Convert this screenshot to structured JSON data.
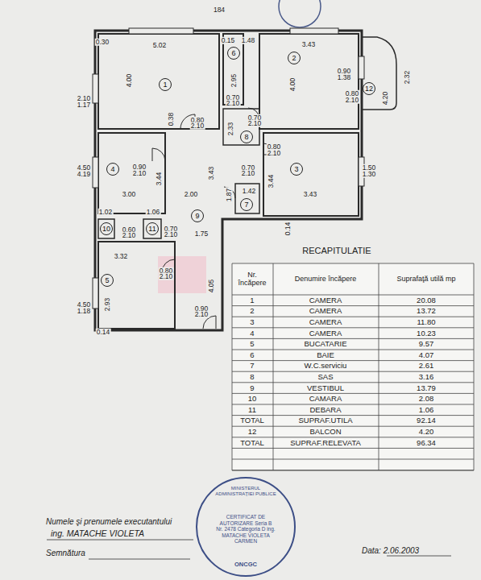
{
  "diagram": {
    "nodes": [
      {
        "text": [
          "1"
        ]
      },
      {
        "text": [
          "2"
        ]
      },
      {
        "text": [
          "3"
        ]
      },
      {
        "text": [
          "4"
        ]
      },
      {
        "text": [
          "5"
        ]
      },
      {
        "text": [
          "6"
        ]
      },
      {
        "text": [
          "7"
        ]
      },
      {
        "text": [
          "8"
        ]
      },
      {
        "text": [
          "9"
        ]
      },
      {
        "text": [
          "10"
        ]
      },
      {
        "text": [
          "11"
        ]
      },
      {
        "text": [
          "12"
        ]
      },
      {
        "text": [
          "MINISTERUL ADMINISTRAŢIEI PUBLICE",
          "CERTIFICAT DE AUTORIZARE Seria B Nr. 2478 Categoria D ing. MATACHE VIOLETA CARMEN",
          "ONCGC"
        ]
      }
    ],
    "labels": [
      "184",
      "0.30",
      "5.02",
      "4.00",
      "2.10",
      "1.17",
      "0.15",
      "1.48",
      "2.95",
      "3.43",
      "4.00",
      "0.90",
      "1.38",
      "2.32",
      "0.80",
      "2.10",
      "4.20",
      "0.38",
      "0.80",
      "2.10",
      "0.70",
      "2.10",
      "0.70",
      "2.10",
      "2.33",
      "0.80",
      "2.10",
      "4.50",
      "4.19",
      "0.90",
      "2.10",
      "3.44",
      "3.43",
      "3.44",
      "0.70",
      "2.10",
      "1.87",
      "3.00",
      "2.00",
      "1.42",
      "3.43",
      "1.50",
      "1.30",
      "1.02",
      "1.06",
      "0.60",
      "2.10",
      "0.70",
      "2.10",
      "1.75",
      "0.14",
      "3.32",
      "4.05",
      "4.50",
      "1.18",
      "2.93",
      "0.80",
      "2.10",
      "0.14",
      "0.90",
      "2.10",
      "RECAPITULATIE",
      "Nr. încăpere",
      "Denumire încăpere",
      "Suprafaţă utilă mp",
      "1",
      "CAMERA",
      "20.08",
      "2",
      "CAMERA",
      "13.72",
      "3",
      "CAMERA",
      "11.80",
      "4",
      "CAMERA",
      "10.23",
      "5",
      "BUCATARIE",
      "9.57",
      "6",
      "BAIE",
      "4.07",
      "7",
      "W.C.serviciu",
      "2.61",
      "8",
      "SAS",
      "3.16",
      "9",
      "VESTIBUL",
      "13.79",
      "10",
      "CAMARA",
      "2.08",
      "11",
      "DEBARA",
      "1.06",
      "TOTAL",
      "SUPRAF.UTILA",
      "92.14",
      "12",
      "BALCON",
      "4.20",
      "TOTAL",
      "SUPRAF.RELEVATA",
      "96.34",
      "Numele şi prenumele executantului",
      "ing. MATACHE VIOLETA",
      "Semnătura",
      "Data: 2.06.2003"
    ]
  }
}
